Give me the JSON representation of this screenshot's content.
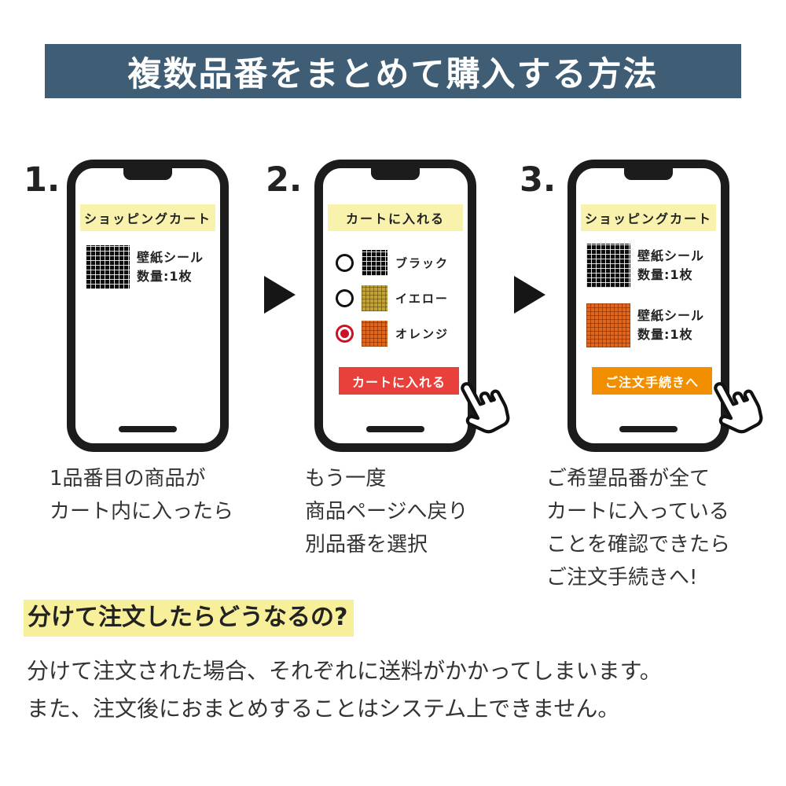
{
  "title": "複数品番をまとめて購入する方法",
  "icons": {
    "step_arrow": "right-triangle-arrow",
    "tap_hand": "hand-pointer"
  },
  "colors": {
    "banner_bg": "#3f5e75",
    "phone_header_bg": "#f8f2ad",
    "add_to_cart_button": "#e8403a",
    "checkout_button": "#f18f00",
    "heading_highlight": "#f8ef9b",
    "selected_radio": "#cf1126"
  },
  "steps": [
    {
      "number": "1.",
      "phone": {
        "header": "ショッピングカート",
        "items": [
          {
            "swatch": "black",
            "name": "壁紙シール",
            "qty": "数量:1枚"
          }
        ]
      },
      "caption": [
        "1品番目の商品が",
        "カート内に入ったら"
      ]
    },
    {
      "number": "2.",
      "phone": {
        "header": "カートに入れる",
        "options": [
          {
            "selected": false,
            "swatch": "black",
            "label": "ブラック"
          },
          {
            "selected": false,
            "swatch": "yellow",
            "label": "イエロー"
          },
          {
            "selected": true,
            "swatch": "orange",
            "label": "オレンジ"
          }
        ],
        "button": "カートに入れる"
      },
      "caption": [
        "もう一度",
        "商品ページへ戻り",
        "別品番を選択"
      ]
    },
    {
      "number": "3.",
      "phone": {
        "header": "ショッピングカート",
        "items": [
          {
            "swatch": "black",
            "name": "壁紙シール",
            "qty": "数量:1枚"
          },
          {
            "swatch": "orange",
            "name": "壁紙シール",
            "qty": "数量:1枚"
          }
        ],
        "button": "ご注文手続きへ"
      },
      "caption": [
        "ご希望品番が全て",
        "カートに入っている",
        "ことを確認できたら",
        "ご注文手続きへ!"
      ]
    }
  ],
  "note": {
    "heading": "分けて注文したらどうなるの?",
    "body": [
      "分けて注文された場合、それぞれに送料がかかってしまいます。",
      "また、注文後におまとめすることはシステム上できません。"
    ]
  }
}
